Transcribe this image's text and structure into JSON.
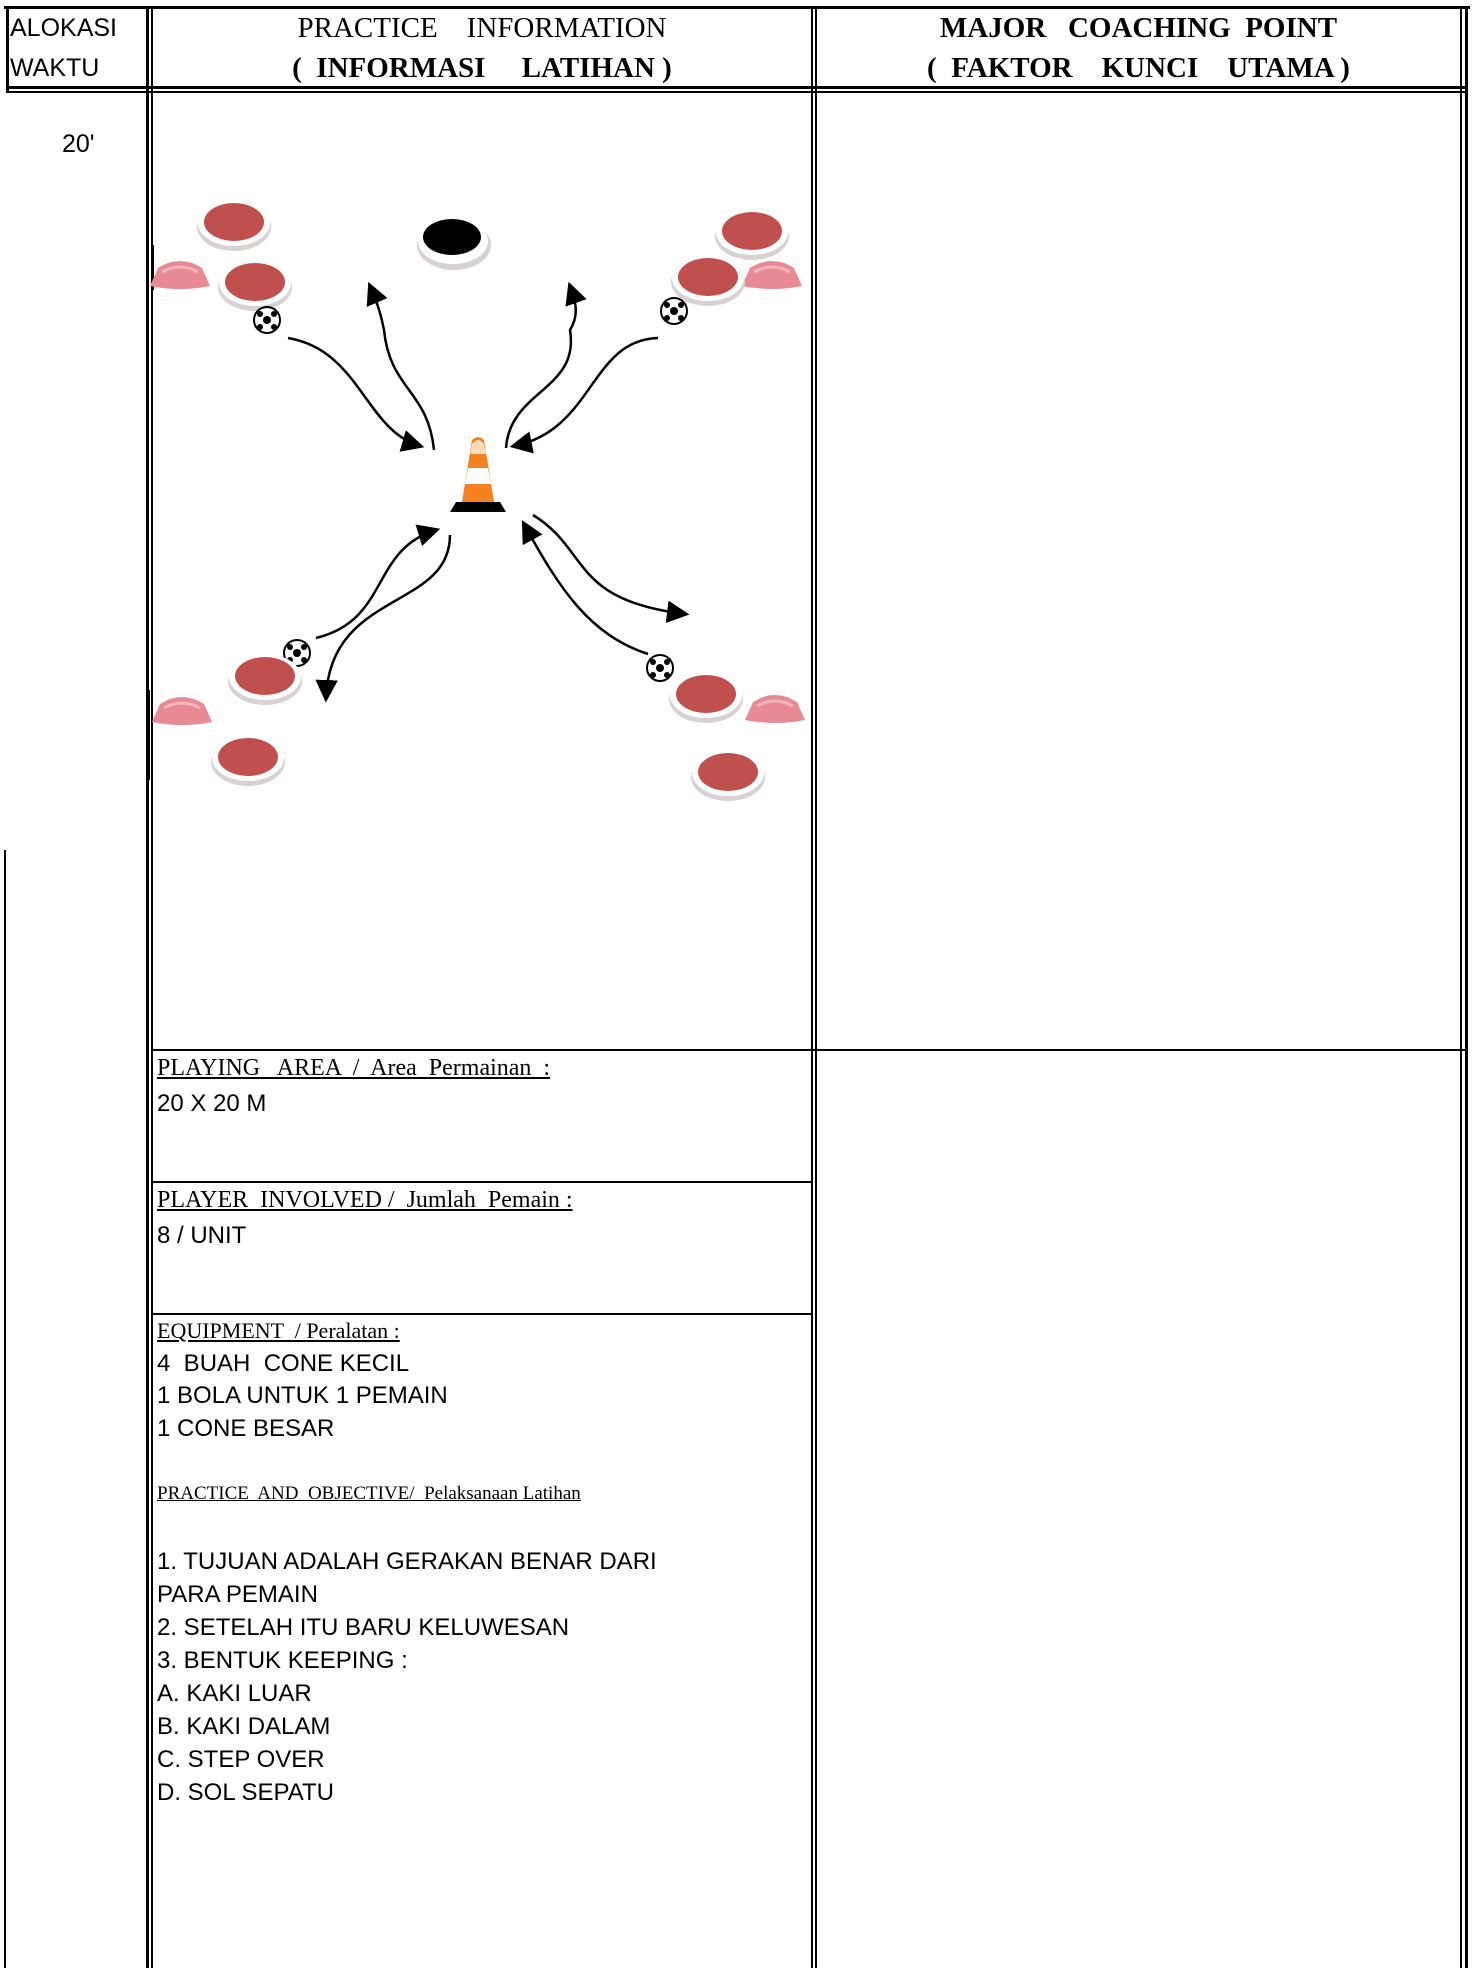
{
  "header": {
    "col1_line1": "ALOKASI",
    "col1_line2": "WAKTU",
    "col2_line1": "PRACTICE    INFORMATION",
    "col2_line2": "(  INFORMASI     LATIHAN )",
    "col3_line1": "MAJOR   COACHING  POINT",
    "col3_line2": "(  FAKTOR    KUNCI    UTAMA )"
  },
  "time": "20'",
  "playing_area": {
    "label": "PLAYING   AREA  /  Area  Permainan  :",
    "value": "20 X 20 M"
  },
  "players": {
    "label": "PLAYER  INVOLVED /  Jumlah  Pemain :",
    "value": "8 / UNIT"
  },
  "equipment": {
    "label": "EQUIPMENT  / Peralatan :",
    "items": [
      "4  BUAH  CONE KECIL",
      "1 BOLA UNTUK 1 PEMAIN",
      "1 CONE BESAR"
    ]
  },
  "practice": {
    "label": "PRACTICE  AND  OBJECTIVE/  Pelaksanaan Latihan",
    "lines": [
      "1. TUJUAN ADALAH GERAKAN BENAR DARI",
      "PARA PEMAIN",
      "2. SETELAH ITU BARU KELUWESAN",
      "3. BENTUK KEEPING :",
      "A. KAKI LUAR",
      "B. KAKI DALAM",
      "C. STEP OVER",
      "D. SOL SEPATU"
    ]
  },
  "diagram": {
    "colors": {
      "disc": "#c0504d",
      "cone": "#f58220",
      "pinkcone": "#e88a93"
    },
    "icons": [
      "disc-marker-icon",
      "small-cone-icon",
      "big-cone-icon",
      "soccer-ball-icon",
      "arrow-icon"
    ]
  }
}
